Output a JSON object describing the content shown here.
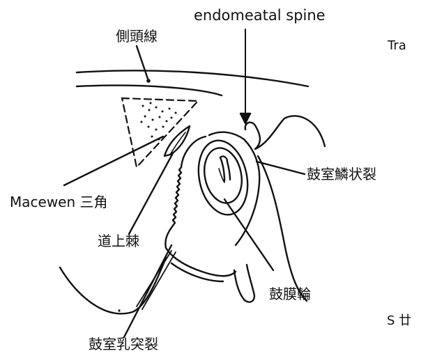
{
  "labels": {
    "endomeatal_spine": "endomeatal spine",
    "temporal_line": "側頭線",
    "tra_cut": "Tra",
    "macewen_triangle": "Macewen 三角",
    "tympanosquamous_fissure": "鼓室鱗状裂",
    "suprameatal_spine": "道上棘",
    "tympanic_annulus": "鼓膜輪",
    "s_cut": "S 廿",
    "tympanomastoid_fissure": "鼓室乳突裂"
  },
  "style": {
    "ink": "#111111",
    "background": "#ffffff"
  }
}
